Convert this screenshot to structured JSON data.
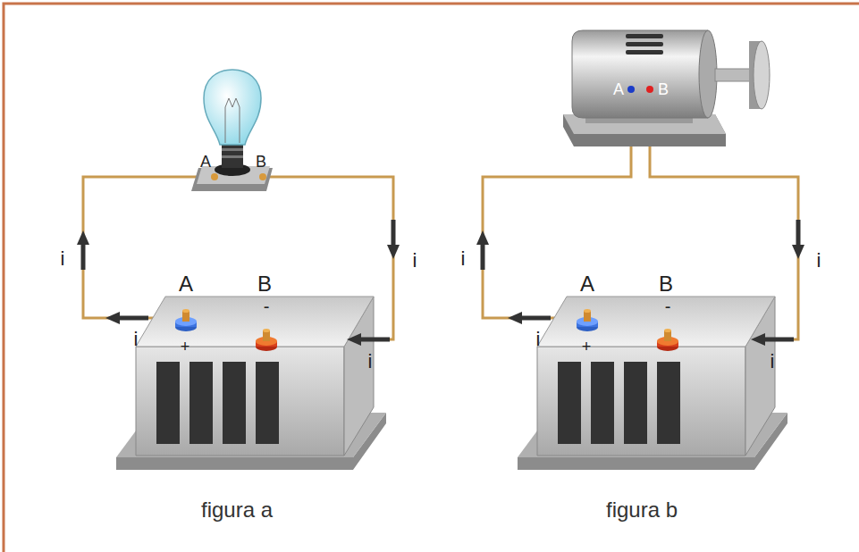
{
  "diagram": {
    "labels": [
      "A",
      "B",
      "i",
      "i",
      "A",
      "B",
      "i",
      "+",
      "-",
      "i",
      "figura a",
      "A",
      "B",
      "i",
      "i",
      "A",
      "B",
      "i",
      "+",
      "-",
      "i",
      "figura b"
    ]
  }
}
